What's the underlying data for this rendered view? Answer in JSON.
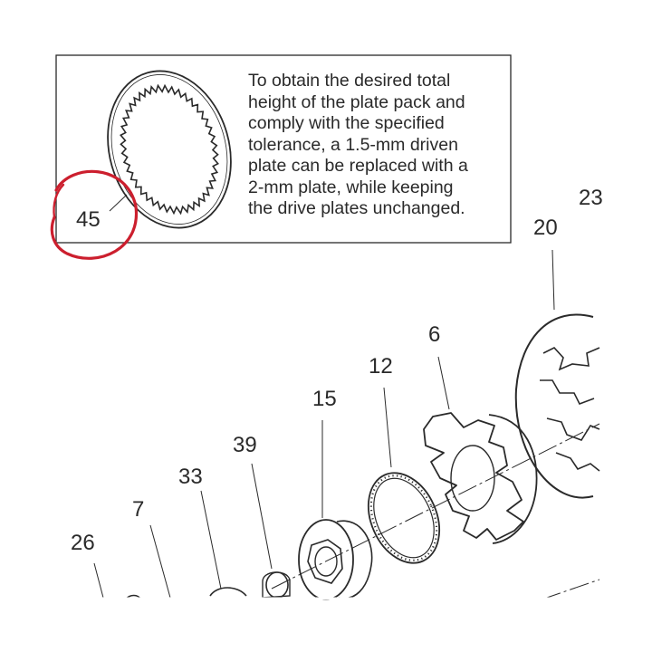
{
  "note": {
    "lines": [
      "To obtain the desired total",
      "height of the plate pack and",
      "comply with the specified",
      "tolerance, a 1.5-mm driven",
      "plate can be replaced with a",
      "2-mm plate, while keeping",
      "the drive plates unchanged."
    ]
  },
  "callouts": {
    "p45": "45",
    "p23": "23",
    "p20": "20",
    "p6": "6",
    "p12": "12",
    "p15": "15",
    "p39": "39",
    "p33": "33",
    "p7": "7",
    "p26": "26"
  },
  "colors": {
    "line": "#2a2a2a",
    "highlight": "#cc1f2e"
  }
}
